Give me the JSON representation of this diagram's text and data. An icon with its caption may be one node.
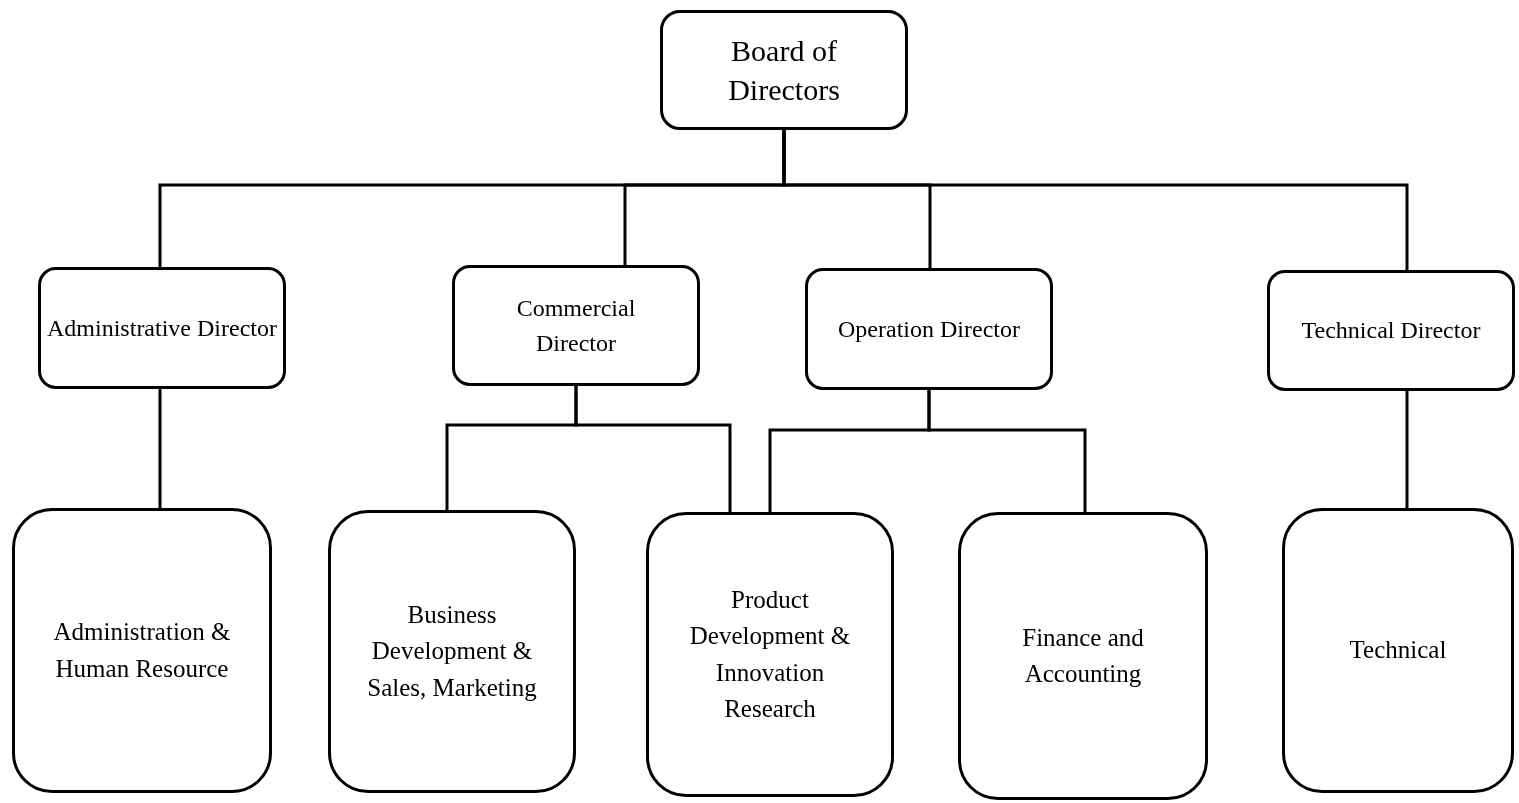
{
  "diagram": {
    "nodes": [
      {
        "text": [
          "Board of Directors"
        ]
      },
      {
        "text": [
          "Administrative Director"
        ]
      },
      {
        "text": [
          "Commercial Director"
        ]
      },
      {
        "text": [
          "Operation Director"
        ]
      },
      {
        "text": [
          "Technical Director"
        ]
      },
      {
        "text": [
          "Administration & Human Resource"
        ]
      },
      {
        "text": [
          "Business Development & Sales, Marketing"
        ]
      },
      {
        "text": [
          "Product Development & Innovation Research"
        ]
      },
      {
        "text": [
          "Finance and Accounting"
        ]
      },
      {
        "text": [
          "Technical"
        ]
      }
    ],
    "edges": [
      {
        "from": 0,
        "to": 1,
        "arrow": "none"
      },
      {
        "from": 0,
        "to": 2,
        "arrow": "none"
      },
      {
        "from": 0,
        "to": 3,
        "arrow": "none"
      },
      {
        "from": 0,
        "to": 4,
        "arrow": "none"
      },
      {
        "from": 1,
        "to": 5,
        "arrow": "none"
      },
      {
        "from": 2,
        "to": 6,
        "arrow": "none"
      },
      {
        "from": 2,
        "to": 7,
        "arrow": "none"
      },
      {
        "from": 3,
        "to": 7,
        "arrow": "none"
      },
      {
        "from": 3,
        "to": 8,
        "arrow": "none"
      },
      {
        "from": 4,
        "to": 9,
        "arrow": "none"
      }
    ]
  }
}
